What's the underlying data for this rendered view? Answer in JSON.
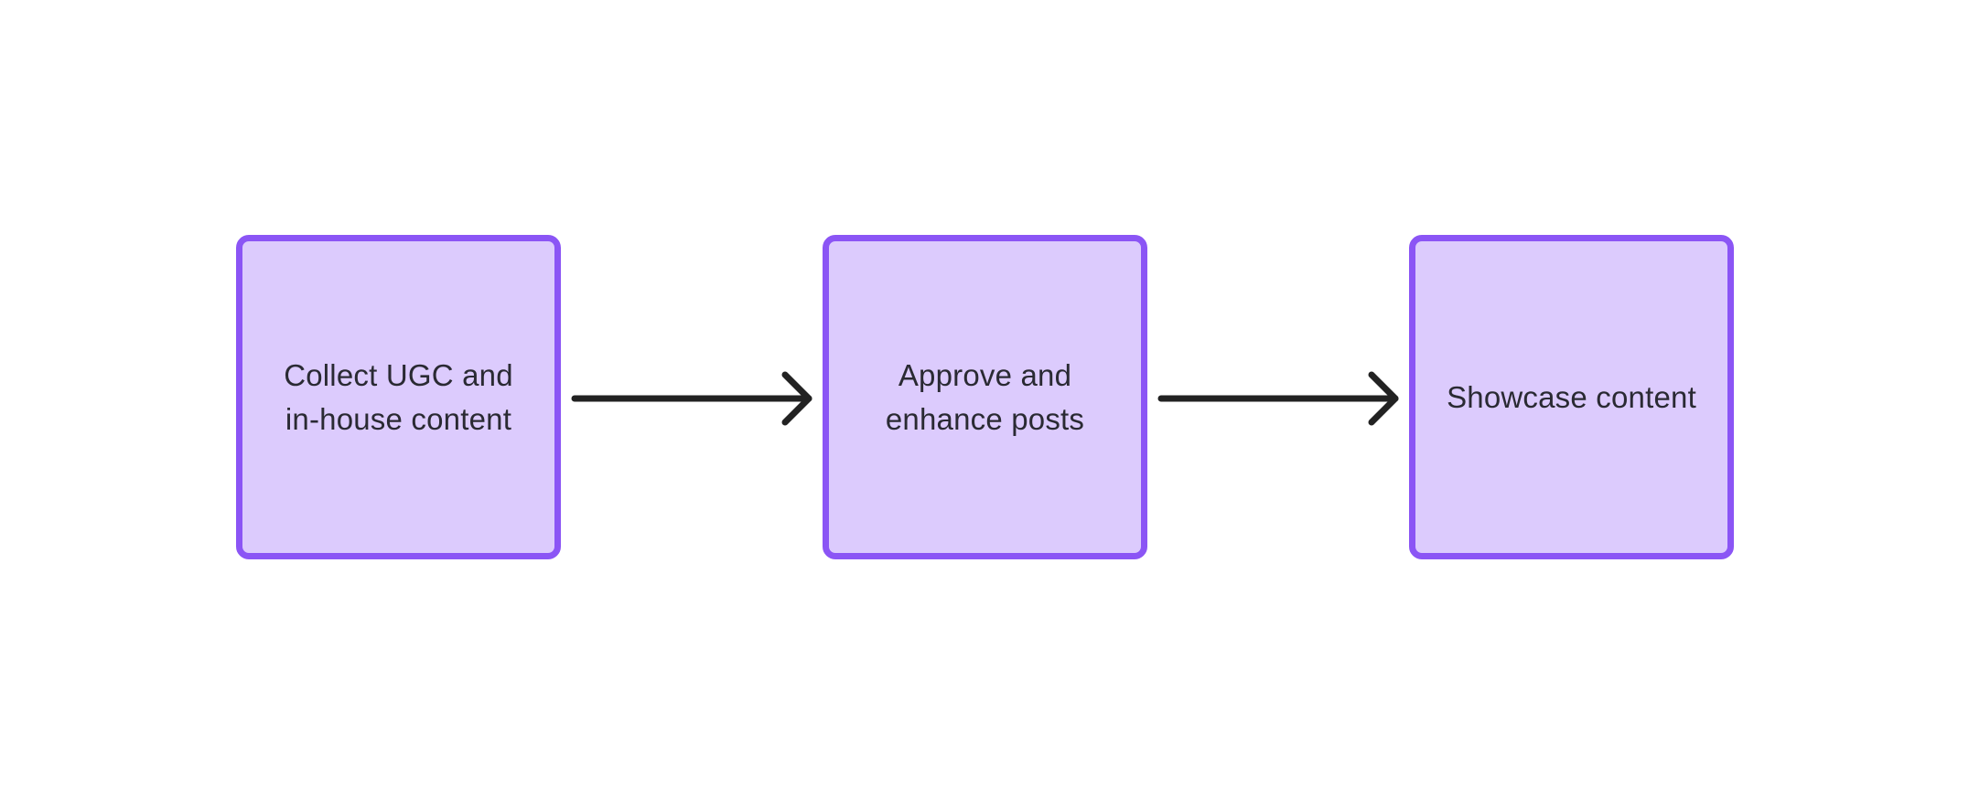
{
  "diagram": {
    "nodes": [
      {
        "id": "collect",
        "label": "Collect UGC and\nin-house content"
      },
      {
        "id": "approve",
        "label": "Approve and\nenhance posts"
      },
      {
        "id": "showcase",
        "label": "Showcase content"
      }
    ],
    "edges": [
      {
        "from": "collect",
        "to": "approve"
      },
      {
        "from": "approve",
        "to": "showcase"
      }
    ]
  },
  "colors": {
    "node_fill": "#dccbfd",
    "node_border": "#8b55f5",
    "arrow": "#222222",
    "text": "#2a2a33",
    "background": "#ffffff"
  }
}
